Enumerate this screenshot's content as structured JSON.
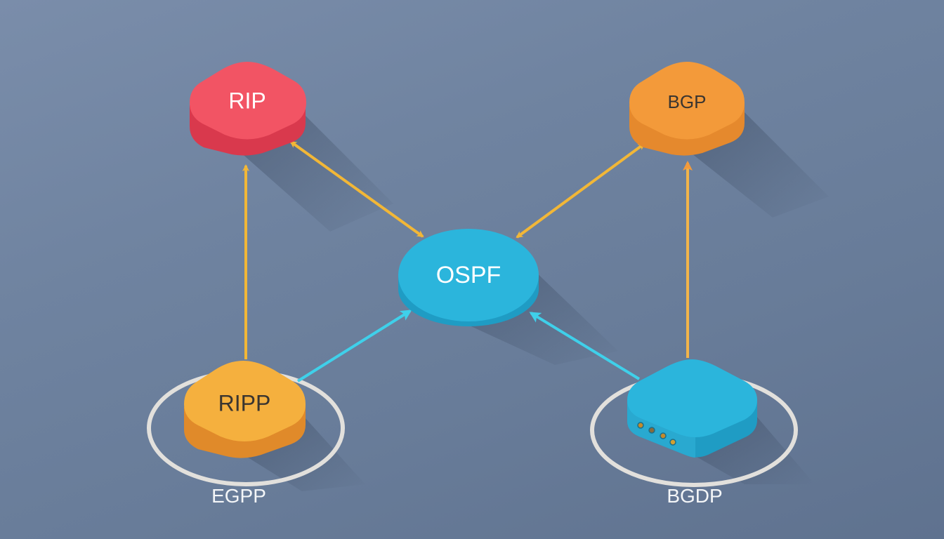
{
  "diagram": {
    "title": "",
    "colors": {
      "background": "#6f83a0",
      "rip": "#f25464",
      "bgp": "#f39a3a",
      "ospf": "#2bb5dc",
      "ripp": "#f5b03e",
      "router": "#2bb5dc",
      "arrow_yellow": "#f2b737",
      "arrow_cyan": "#3fd0ea",
      "ring": "#e2e0dc"
    },
    "nodes": [
      {
        "id": "rip",
        "label": "RIP",
        "shape": "rounded-square",
        "color": "rip",
        "label_color": "#ffffff"
      },
      {
        "id": "bgp",
        "label": "BGP",
        "shape": "rounded-square",
        "color": "bgp",
        "label_color": "#3a3530"
      },
      {
        "id": "ospf",
        "label": "OSPF",
        "shape": "ellipse-disc",
        "color": "ospf",
        "label_color": "#ffffff"
      },
      {
        "id": "ripp",
        "label": "RIPP",
        "shape": "rounded-square",
        "color": "ripp",
        "label_color": "#3a3530"
      },
      {
        "id": "router",
        "label": "",
        "shape": "router-box",
        "color": "router",
        "label_color": "#ffffff"
      }
    ],
    "rings": [
      {
        "id": "egpp-ring",
        "caption": "EGPP"
      },
      {
        "id": "bgdp-ring",
        "caption": "BGDP"
      }
    ],
    "edges": [
      {
        "from": "ripp",
        "to": "rip",
        "color": "arrow_yellow",
        "direction": "forward"
      },
      {
        "from": "rip",
        "to": "ospf",
        "color": "arrow_yellow",
        "direction": "both"
      },
      {
        "from": "bgp",
        "to": "ospf",
        "color": "arrow_yellow",
        "direction": "both"
      },
      {
        "from": "router",
        "to": "bgp",
        "color": "arrow_yellow",
        "direction": "forward"
      },
      {
        "from": "ripp",
        "to": "ospf",
        "color": "arrow_cyan",
        "direction": "forward"
      },
      {
        "from": "router",
        "to": "ospf",
        "color": "arrow_cyan",
        "direction": "forward"
      }
    ],
    "router_ports": [
      "#c48a2a",
      "#8a6a3a",
      "#c48a2a",
      "#d4a030"
    ]
  }
}
